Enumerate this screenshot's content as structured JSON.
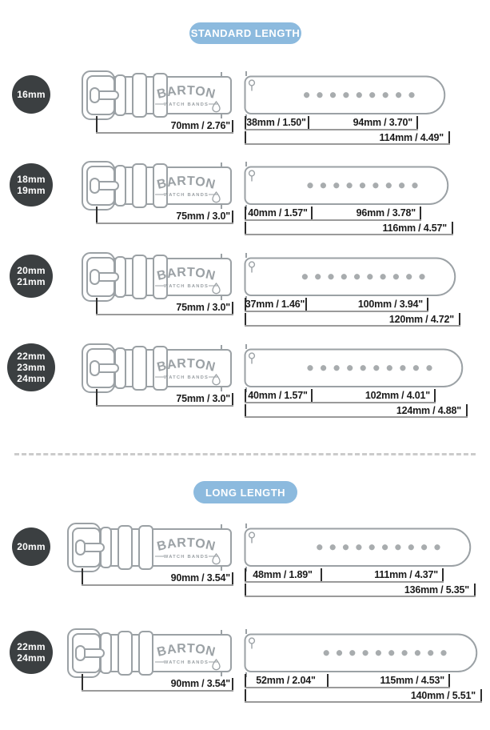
{
  "brand": {
    "name": "BARTON",
    "tagline": "WATCH BANDS"
  },
  "colors": {
    "badge_blue": "#8cbade",
    "circle_dark": "#3b3f41",
    "strap_gray": "#9ba1a5",
    "hole_gray": "#a8acae",
    "label_dark": "#1b1b1b"
  },
  "sections": [
    {
      "key": "standard",
      "badge": "STANDARD LENGTH",
      "rows": [
        {
          "sizes": [
            "16mm"
          ],
          "holes": 9,
          "buckle": {
            "mm": 70,
            "label": "70mm / 2.76\""
          },
          "lug": {
            "mm": 38,
            "label": "38mm / 1.50\""
          },
          "tail": {
            "mm": 94,
            "label": "94mm / 3.70\""
          },
          "total": {
            "mm": 114,
            "label": "114mm / 4.49\""
          }
        },
        {
          "sizes": [
            "18mm",
            "19mm"
          ],
          "holes": 9,
          "buckle": {
            "mm": 75,
            "label": "75mm / 3.0\""
          },
          "lug": {
            "mm": 40,
            "label": "40mm / 1.57\""
          },
          "tail": {
            "mm": 96,
            "label": "96mm / 3.78\""
          },
          "total": {
            "mm": 116,
            "label": "116mm / 4.57\""
          }
        },
        {
          "sizes": [
            "20mm",
            "21mm"
          ],
          "holes": 10,
          "buckle": {
            "mm": 75,
            "label": "75mm / 3.0\""
          },
          "lug": {
            "mm": 37,
            "label": "37mm / 1.46\""
          },
          "tail": {
            "mm": 100,
            "label": "100mm / 3.94\""
          },
          "total": {
            "mm": 120,
            "label": "120mm / 4.72\""
          }
        },
        {
          "sizes": [
            "22mm",
            "23mm",
            "24mm"
          ],
          "holes": 10,
          "buckle": {
            "mm": 75,
            "label": "75mm / 3.0\""
          },
          "lug": {
            "mm": 40,
            "label": "40mm / 1.57\""
          },
          "tail": {
            "mm": 102,
            "label": "102mm / 4.01\""
          },
          "total": {
            "mm": 124,
            "label": "124mm / 4.88\""
          }
        }
      ]
    },
    {
      "key": "long",
      "badge": "LONG LENGTH",
      "rows": [
        {
          "sizes": [
            "20mm"
          ],
          "holes": 10,
          "buckle": {
            "mm": 90,
            "label": "90mm / 3.54\""
          },
          "lug": {
            "mm": 48,
            "label": "48mm / 1.89\""
          },
          "tail": {
            "mm": 111,
            "label": "111mm / 4.37\""
          },
          "total": {
            "mm": 136,
            "label": "136mm / 5.35\""
          }
        },
        {
          "sizes": [
            "22mm",
            "24mm"
          ],
          "holes": 10,
          "buckle": {
            "mm": 90,
            "label": "90mm / 3.54\""
          },
          "lug": {
            "mm": 52,
            "label": "52mm / 2.04\""
          },
          "tail": {
            "mm": 115,
            "label": "115mm / 4.53\""
          },
          "total": {
            "mm": 140,
            "label": "140mm / 5.51\""
          }
        }
      ]
    }
  ]
}
